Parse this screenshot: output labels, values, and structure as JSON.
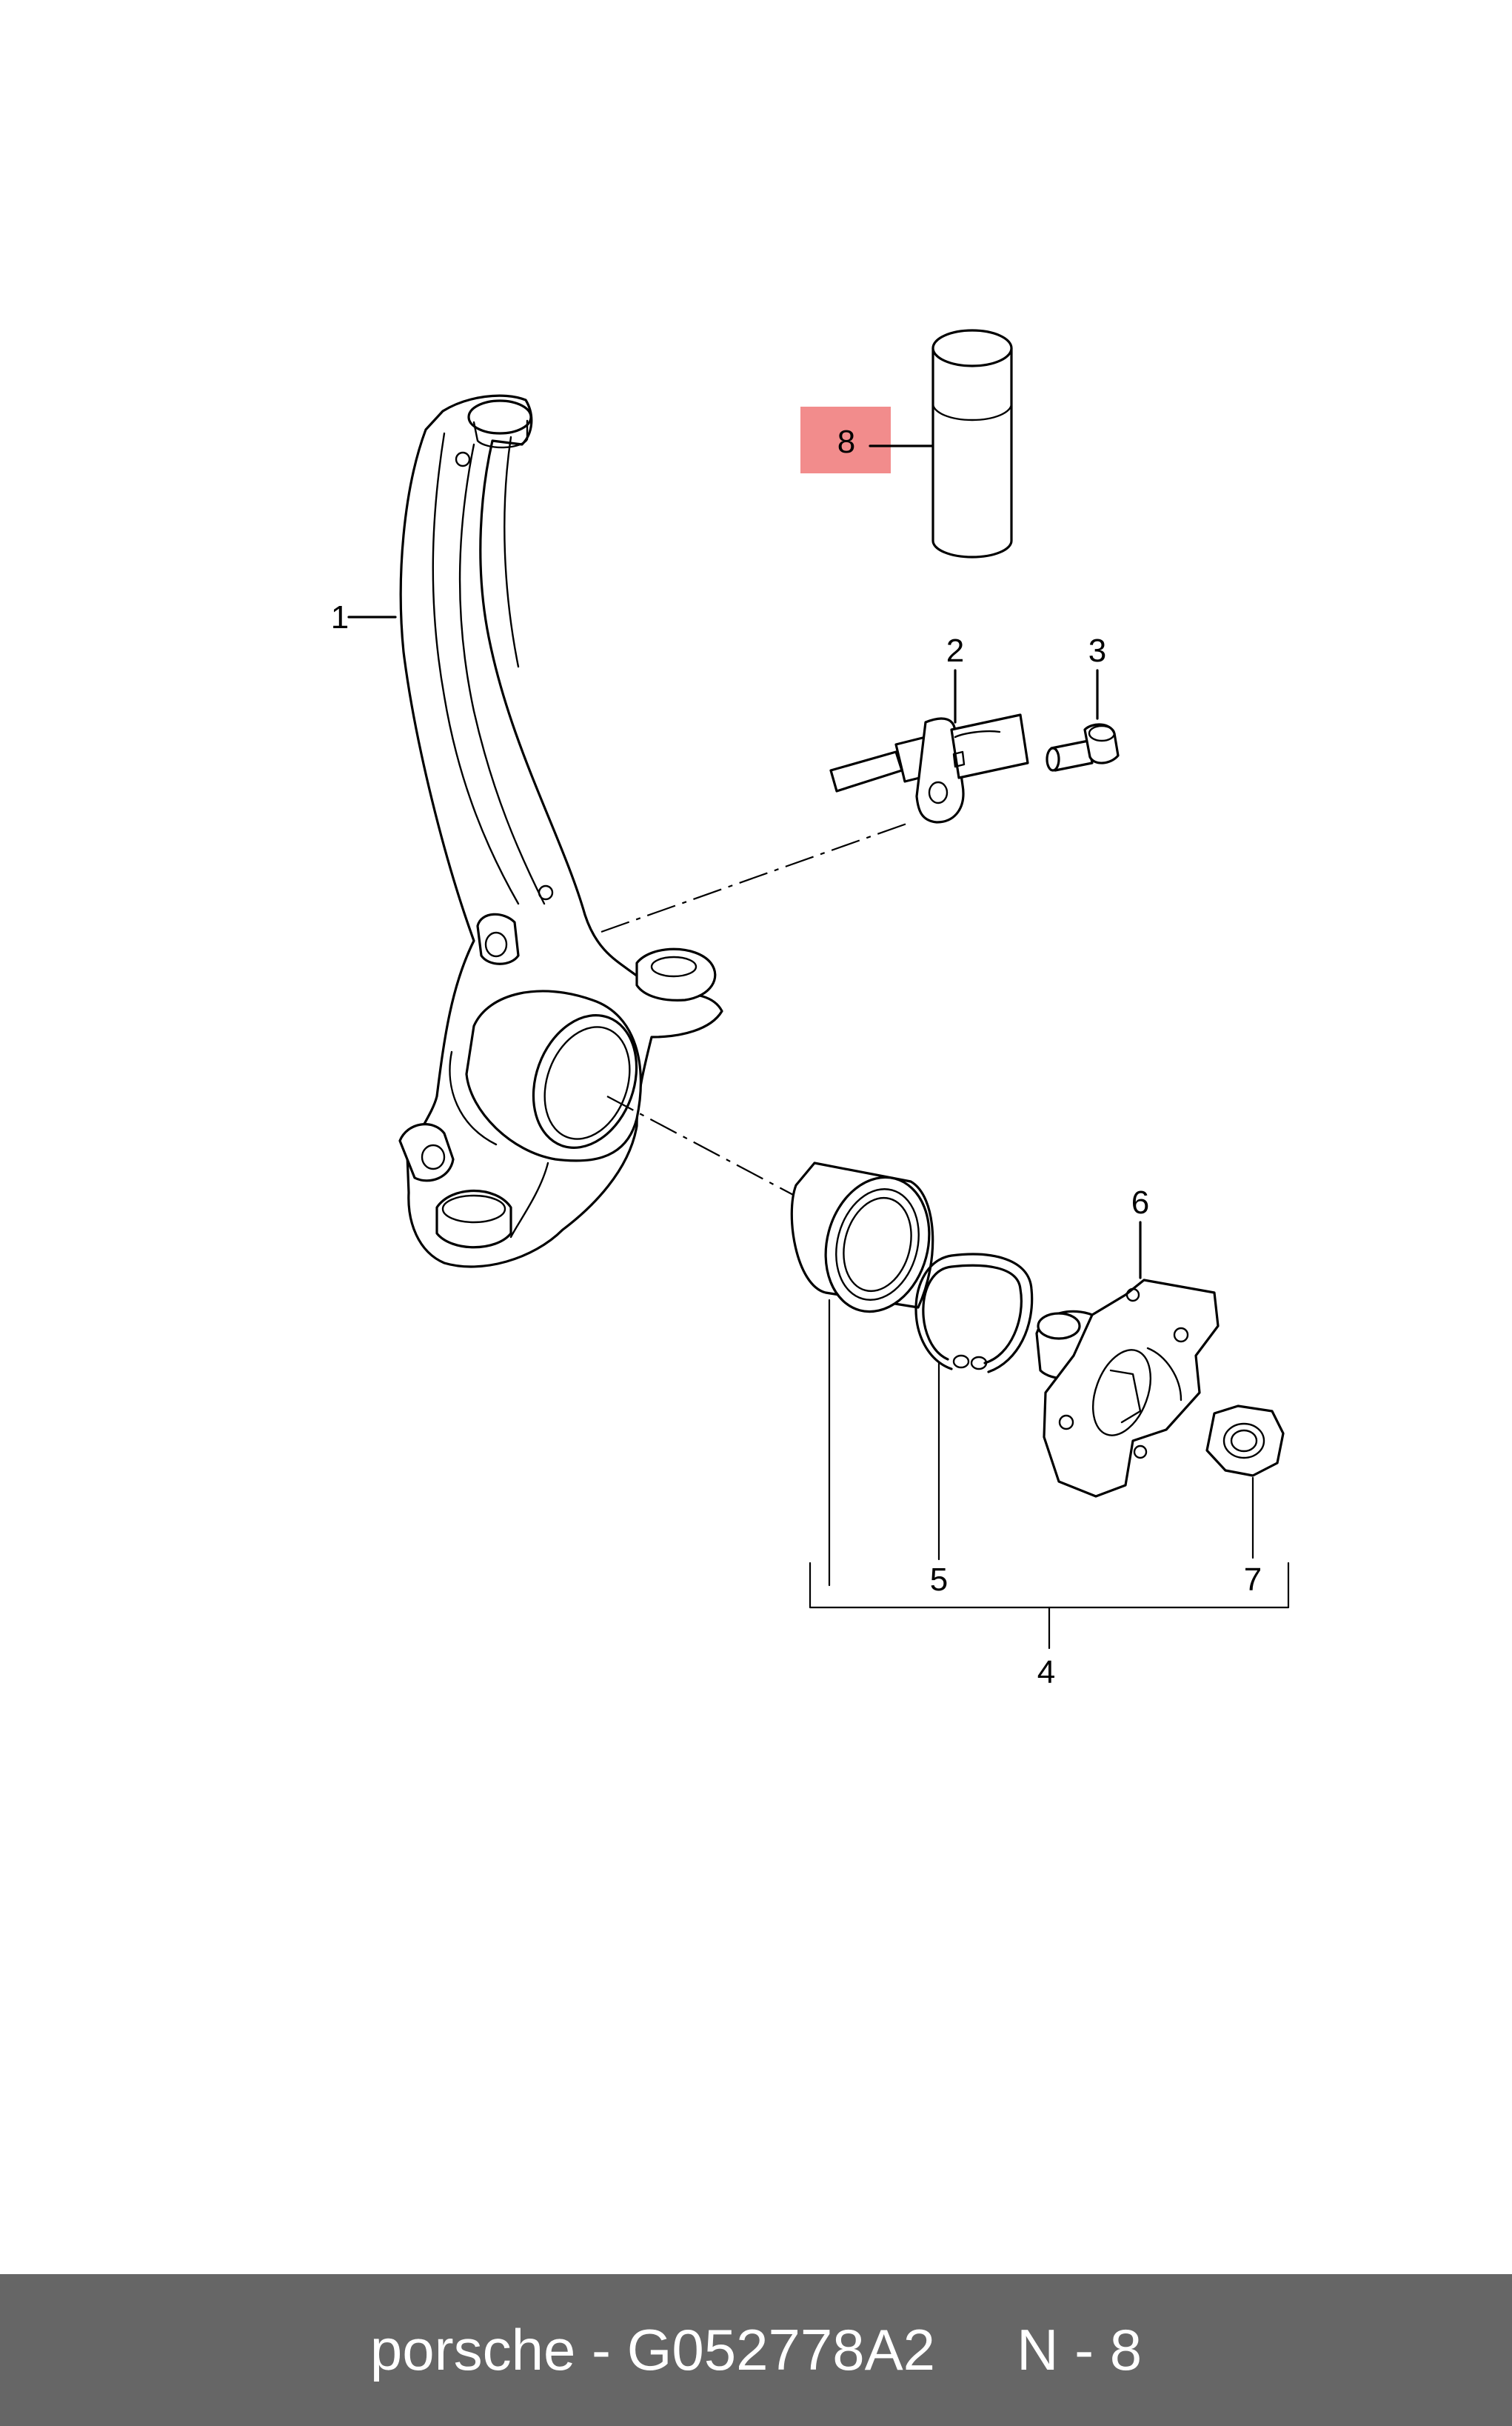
{
  "diagram": {
    "labels": {
      "p1": "1",
      "p2": "2",
      "p3": "3",
      "p4": "4",
      "p5": "5",
      "p6": "6",
      "p7": "7",
      "p8": "8"
    },
    "highlight_color": "#f28c8c"
  },
  "footer": {
    "brand_part": "porsche - G052778A2",
    "position": "N - 8",
    "background": "#666666"
  }
}
